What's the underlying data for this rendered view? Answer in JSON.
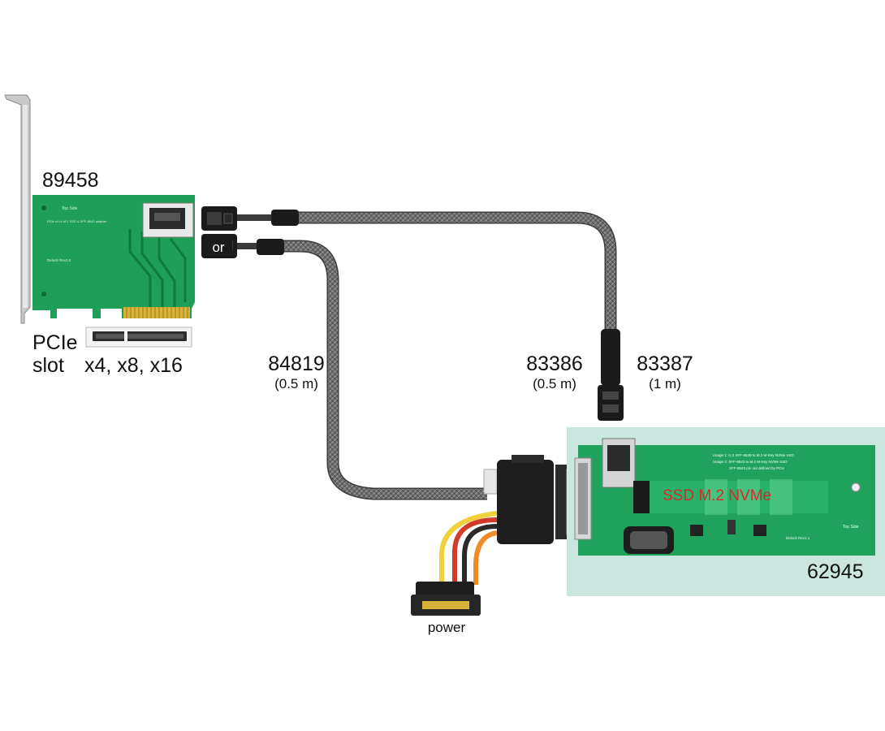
{
  "card": {
    "part_number": "89458",
    "pcb_silk_top": "Top Side",
    "pcb_silk_line1": "PCIe x4 to M.2 SSD & SFF-8643 adapter",
    "pcb_silk_line2": "Delock Rev1.0",
    "slot_label_line1": "PCIe",
    "slot_label_line2": "slot",
    "slot_sizes": "x4, x8, x16"
  },
  "or_label": "or",
  "cables": [
    {
      "part_number": "84819",
      "length": "(0.5 m)"
    },
    {
      "part_number": "83386",
      "length": "(0.5 m)"
    },
    {
      "part_number": "83387",
      "length": "(1 m)"
    }
  ],
  "power_label": "power",
  "adapter": {
    "part_number": "62945",
    "ssd_label": "SSD M.2 NVMe",
    "silk_top": "Top Side",
    "silk_lines": [
      "Usage 1: U.2 SFF-8639 to M.2 M-Key NVMe SSD",
      "Usage 2: SFF-8643 to M.2 M-Key NVMe SSD",
      "SFF-8643 pin out defined by PCIe"
    ],
    "silk_rev": "Delock Rev1.1"
  }
}
